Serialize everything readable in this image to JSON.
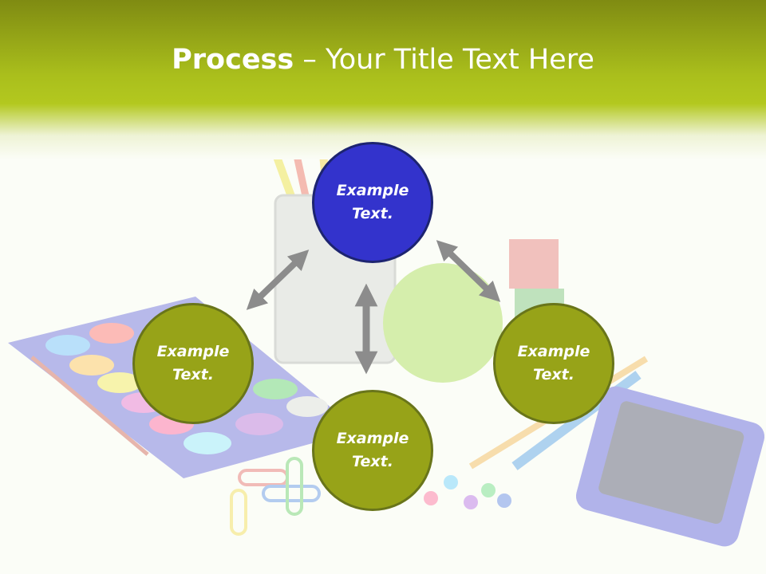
{
  "title": {
    "bold": "Process",
    "rest": " – Your Title Text Here"
  },
  "nodes": [
    {
      "line1": "Example",
      "line2": "Text."
    },
    {
      "line1": "Example",
      "line2": "Text."
    },
    {
      "line1": "Example",
      "line2": "Text."
    },
    {
      "line1": "Example",
      "line2": "Text."
    }
  ],
  "colors": {
    "header_dark": "#7f8b12",
    "header_light": "#b3c81f",
    "node_green": "#97a318",
    "node_green_border": "#69751a",
    "node_blue": "#3333cc",
    "node_blue_border": "#1d2470",
    "arrow_gray": "#8c8c8c"
  },
  "icons": [
    "double-arrow-icon"
  ]
}
